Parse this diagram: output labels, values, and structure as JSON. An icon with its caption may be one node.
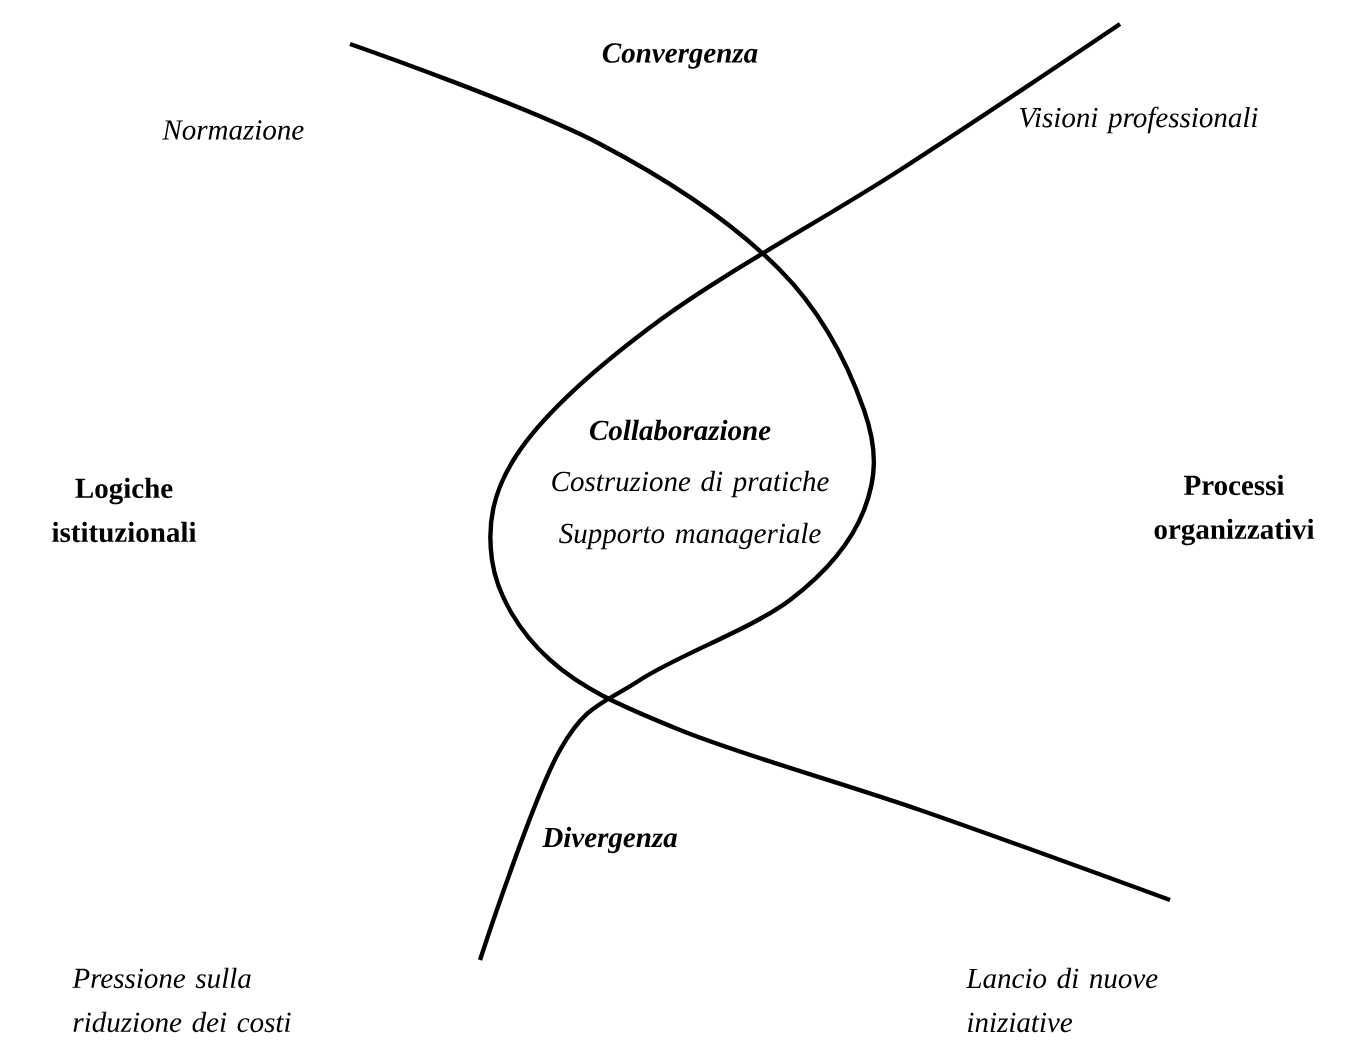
{
  "diagram": {
    "labels": [
      "Convergenza",
      "Normazione",
      "Visioni professionali",
      "Logiche istituzionali",
      "Collaborazione",
      "Costruzione di pratiche",
      "Supporto manageriale",
      "Processi organizzativi",
      "Divergenza",
      "Pressione sulla riduzione dei costi",
      "Lancio di nuove iniziative"
    ]
  }
}
